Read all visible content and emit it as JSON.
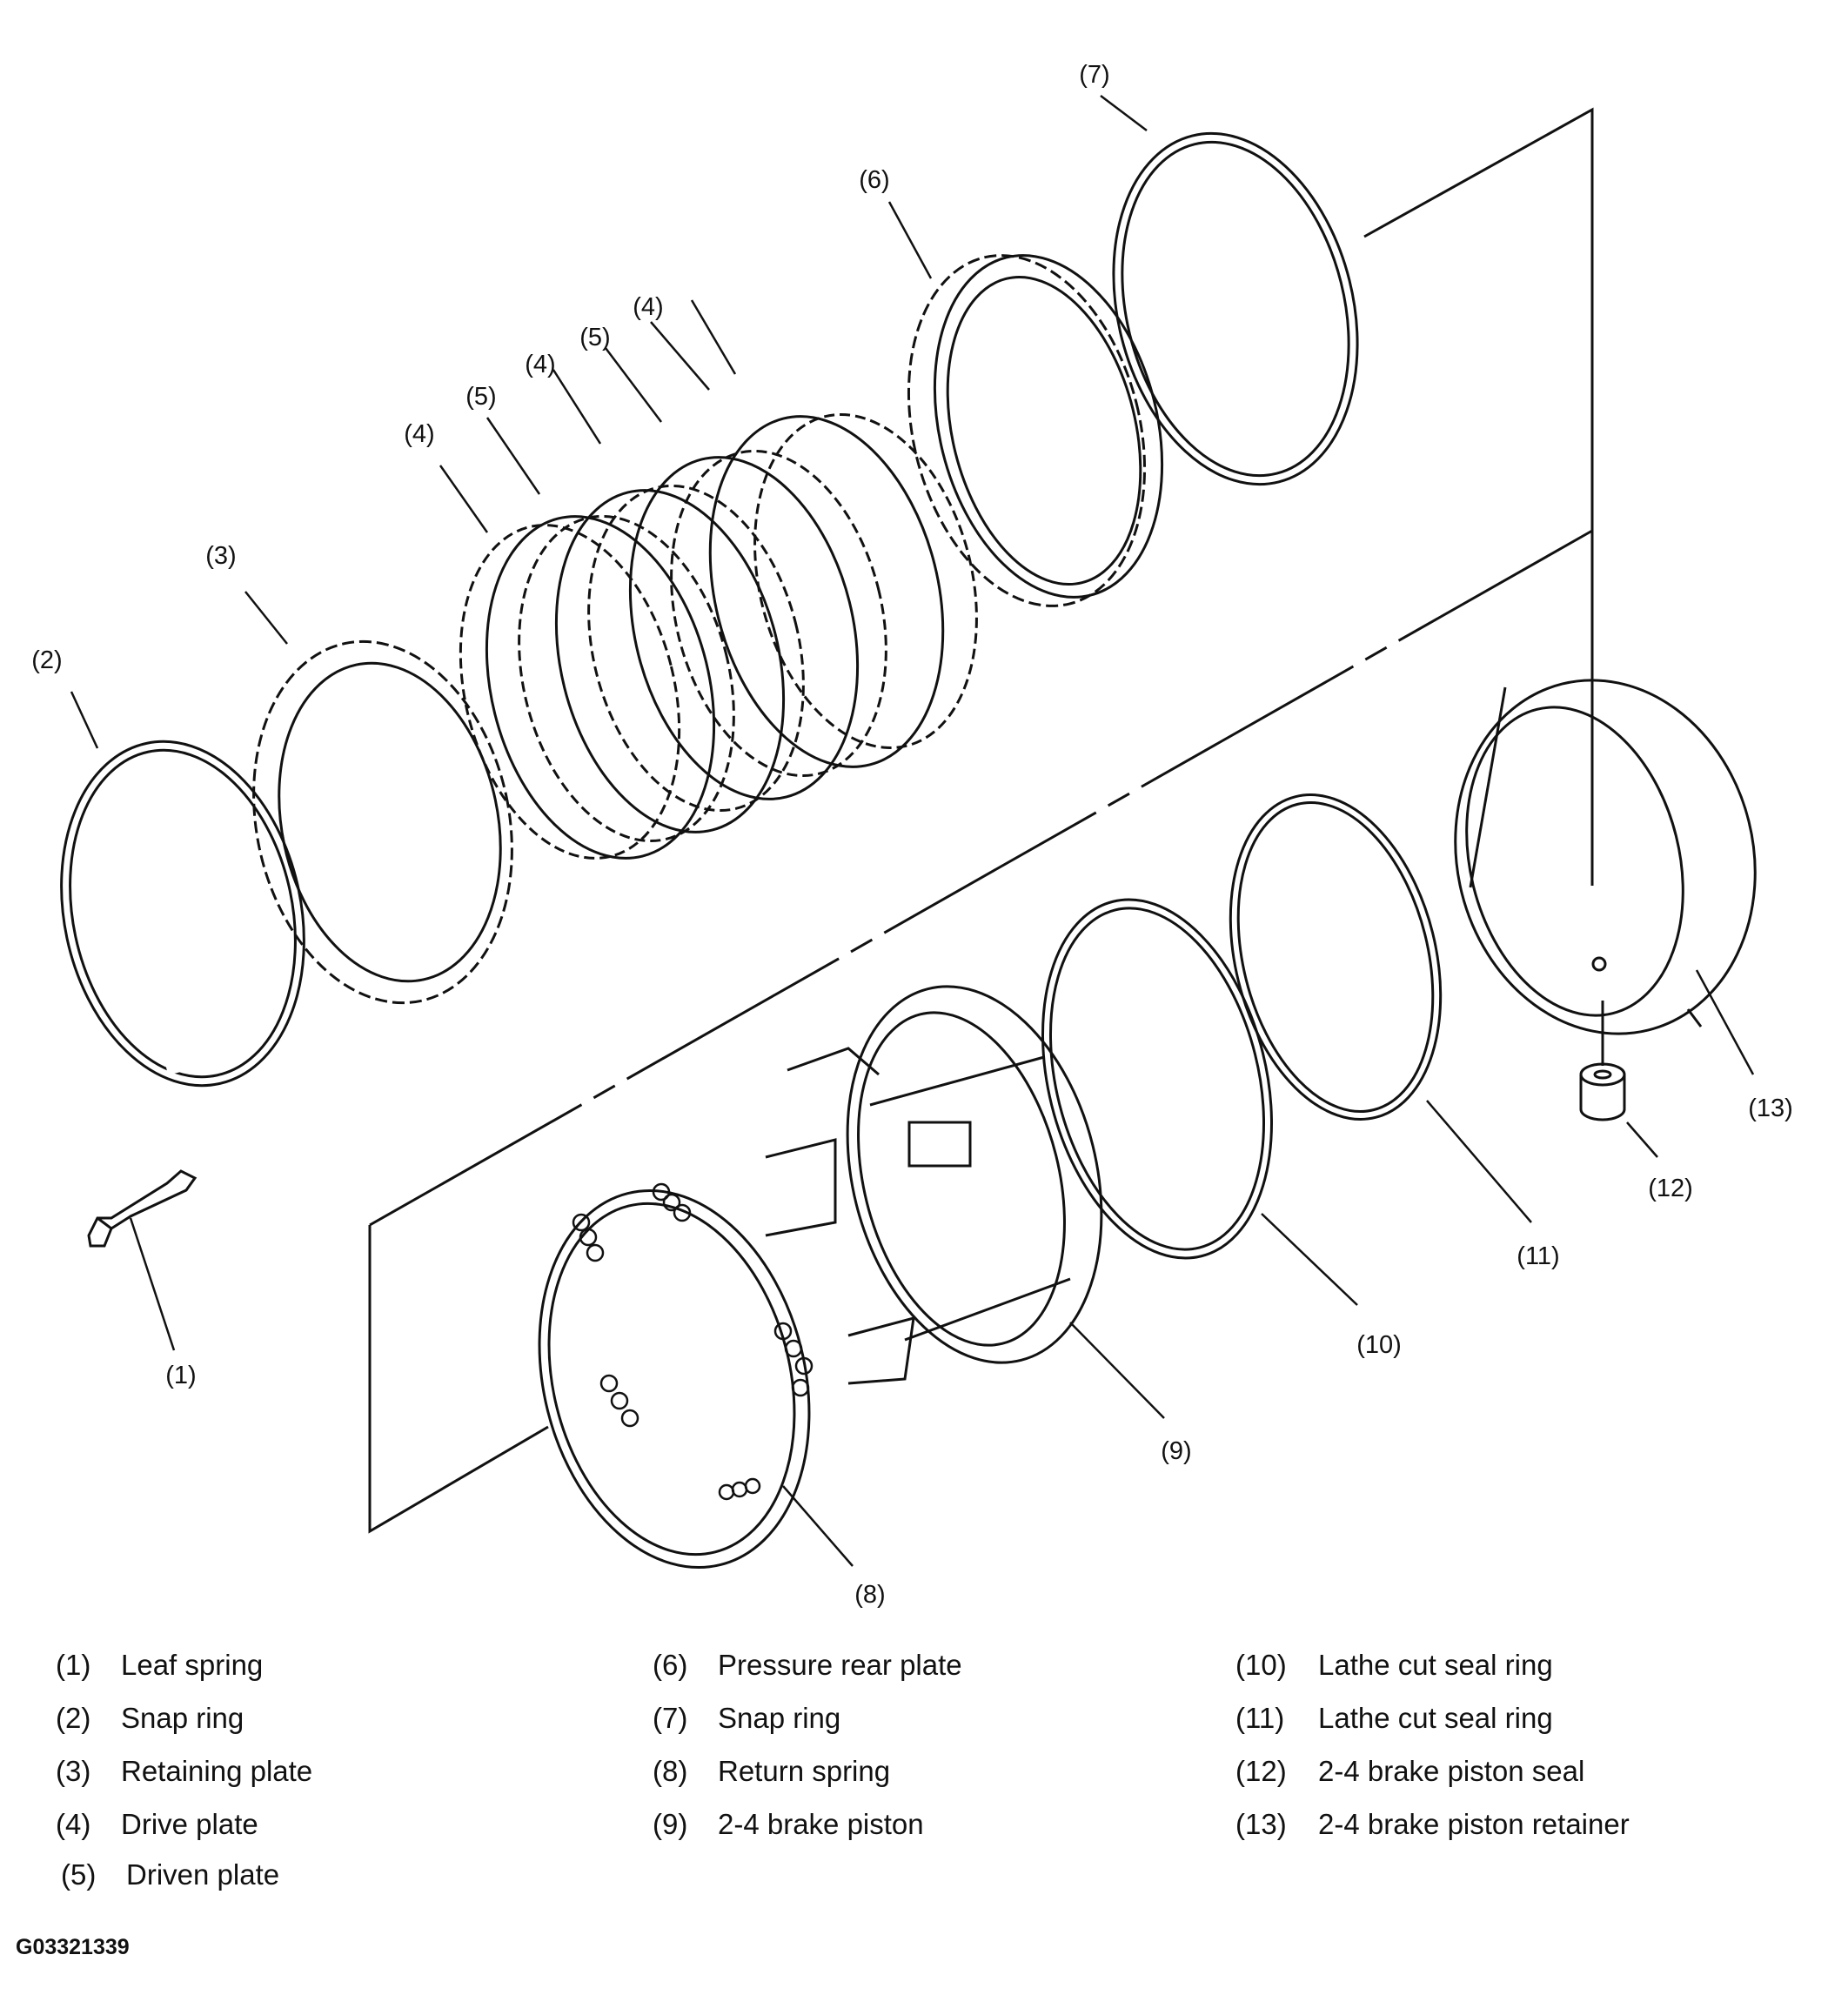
{
  "diagram": {
    "callouts": [
      {
        "id": "1",
        "label": "(1)"
      },
      {
        "id": "2",
        "label": "(2)"
      },
      {
        "id": "3",
        "label": "(3)"
      },
      {
        "id": "4a",
        "label": "(4)"
      },
      {
        "id": "5a",
        "label": "(5)"
      },
      {
        "id": "4b",
        "label": "(4)"
      },
      {
        "id": "5b",
        "label": "(5)"
      },
      {
        "id": "4c",
        "label": "(4)"
      },
      {
        "id": "6",
        "label": "(6)"
      },
      {
        "id": "7",
        "label": "(7)"
      },
      {
        "id": "8",
        "label": "(8)"
      },
      {
        "id": "9",
        "label": "(9)"
      },
      {
        "id": "10",
        "label": "(10)"
      },
      {
        "id": "11",
        "label": "(11)"
      },
      {
        "id": "12",
        "label": "(12)"
      },
      {
        "id": "13",
        "label": "(13)"
      }
    ]
  },
  "legend": {
    "columns": [
      [
        {
          "num": "(1)",
          "text": "Leaf spring"
        },
        {
          "num": "(2)",
          "text": "Snap ring"
        },
        {
          "num": "(3)",
          "text": "Retaining plate"
        },
        {
          "num": "(4)",
          "text": "Drive plate"
        },
        {
          "num": "(5)",
          "text": "Driven plate"
        }
      ],
      [
        {
          "num": "(6)",
          "text": "Pressure rear plate"
        },
        {
          "num": "(7)",
          "text": "Snap ring"
        },
        {
          "num": "(8)",
          "text": "Return spring"
        },
        {
          "num": "(9)",
          "text": "2-4 brake piston"
        }
      ],
      [
        {
          "num": "(10)",
          "text": "Lathe cut seal ring"
        },
        {
          "num": "(11)",
          "text": "Lathe cut seal ring"
        },
        {
          "num": "(12)",
          "text": "2-4 brake piston seal"
        },
        {
          "num": "(13)",
          "text": "2-4 brake piston retainer"
        }
      ]
    ]
  },
  "figure_code": "G03321339"
}
